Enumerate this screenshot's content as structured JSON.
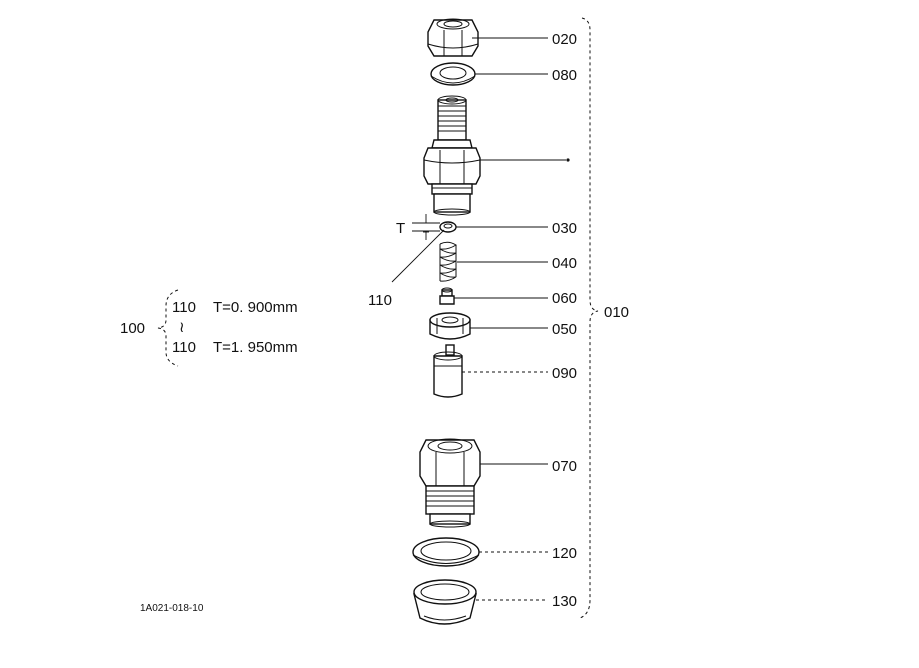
{
  "parts": [
    {
      "id": "p020",
      "label": "020"
    },
    {
      "id": "p080",
      "label": "080"
    },
    {
      "id": "p030",
      "label": "030"
    },
    {
      "id": "p040",
      "label": "040"
    },
    {
      "id": "p060",
      "label": "060"
    },
    {
      "id": "p050",
      "label": "050"
    },
    {
      "id": "p090",
      "label": "090"
    },
    {
      "id": "p070",
      "label": "070"
    },
    {
      "id": "p120",
      "label": "120"
    },
    {
      "id": "p130",
      "label": "130"
    }
  ],
  "assembly_label": "010",
  "shim_label": "110",
  "thickness_symbol": "T",
  "shim_set": {
    "group_label": "100",
    "first": {
      "part": "110",
      "thickness": "T=0. 900mm"
    },
    "range_mark": "≀",
    "last": {
      "part": "110",
      "thickness": "T=1. 950mm"
    }
  },
  "figure_ref": "1A021-018-10"
}
